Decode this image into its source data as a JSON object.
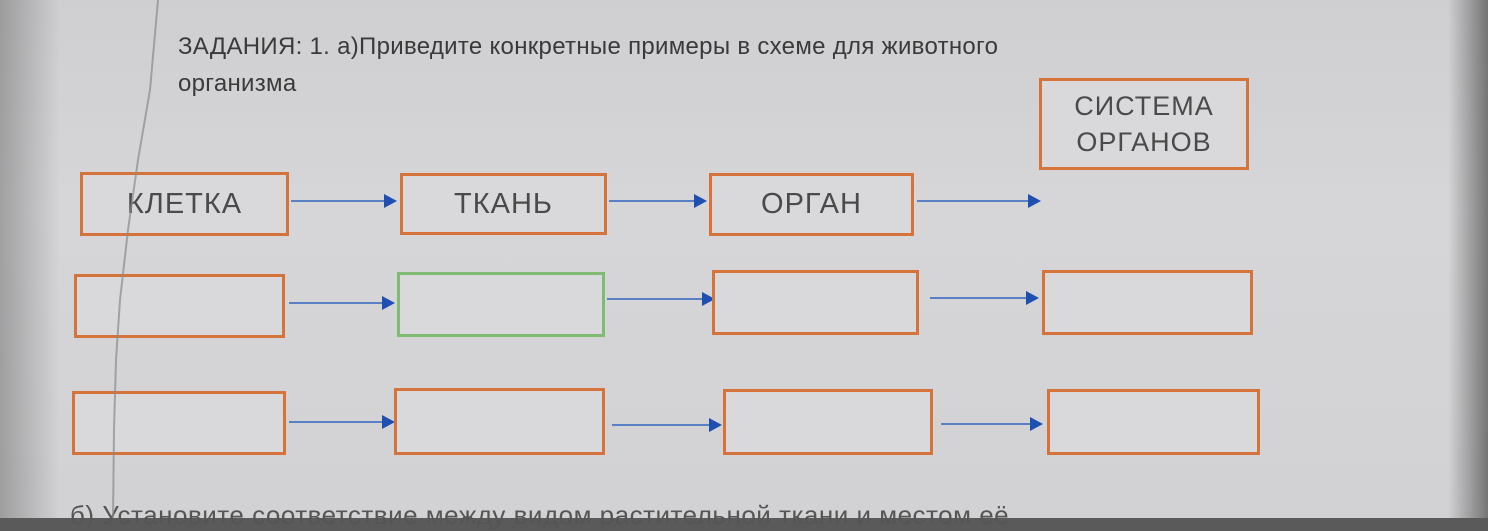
{
  "task": {
    "line1": "ЗАДАНИЯ: 1. а)Приведите конкретные  примеры в схеме  для животного",
    "line2": "организма"
  },
  "diagram": {
    "row1": {
      "cell": "КЛЕТКА",
      "tissue": "ТКАНЬ",
      "organ": "ОРГАН",
      "system_line1": "СИСТЕМА",
      "system_line2": "ОРГАНОВ"
    }
  },
  "colors": {
    "box_border": "#d6733a",
    "box_border_green": "#7fbb73",
    "arrow": "#1f4fb0"
  },
  "footer_partial": "б) Установите соответствие между видом растительной ткани и местом её"
}
